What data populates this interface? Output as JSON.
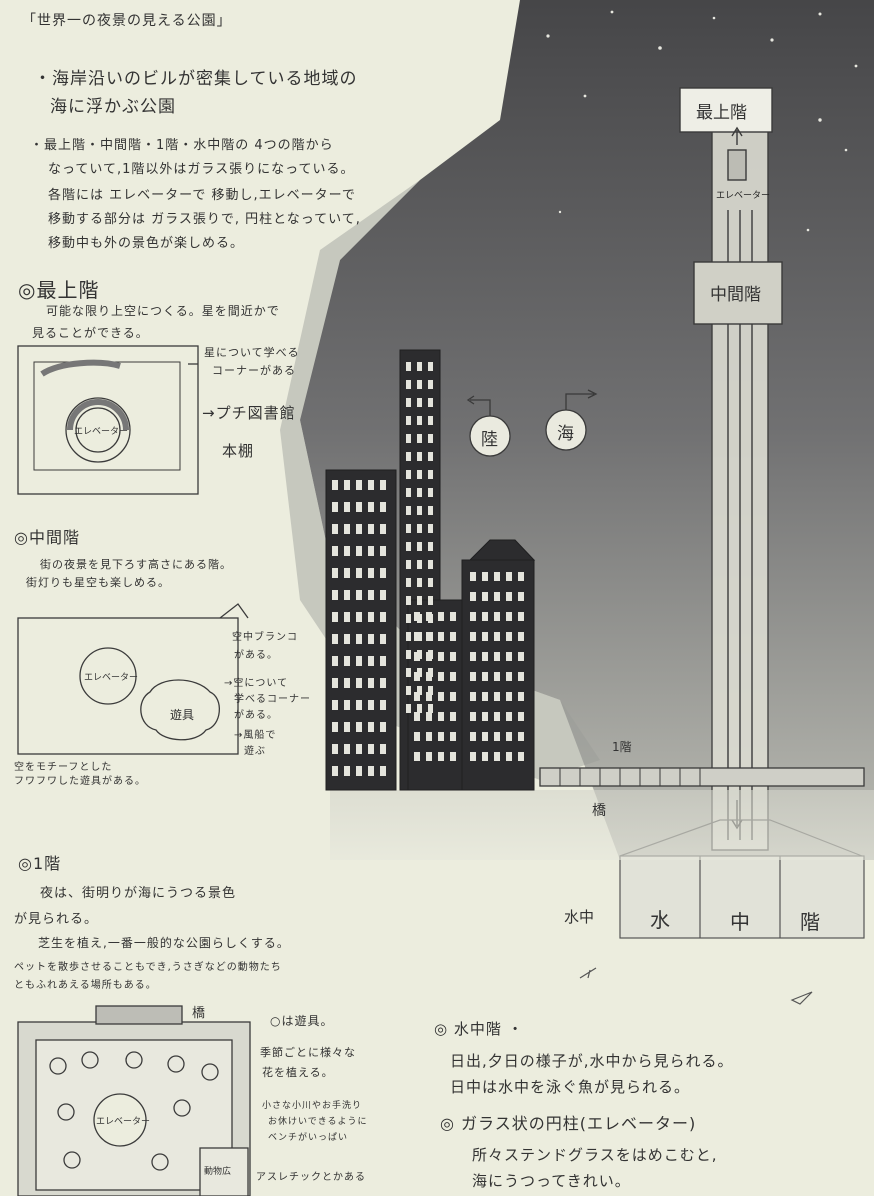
{
  "title": "「世界一の夜景の見える公園」",
  "intro": {
    "line1": "・海岸沿いのビルが密集している地域の",
    "line2": "海に浮かぶ公園",
    "bullet_lines": [
      "・最上階・中間階・1階・水中階の 4つの階から",
      "なっていて,1階以外はガラス張りになっている。",
      "各階には エレベーターで 移動し,エレベーターで",
      "移動する部分は ガラス張りで, 円柱となっていて,",
      "移動中も外の景色が楽しめる。"
    ]
  },
  "top_floor": {
    "heading": "◎最上階",
    "desc1": "可能な限り上空につくる。星を間近かで",
    "desc2": "見ることができる。",
    "elevator_label": "エレベーター",
    "callout_stars": [
      "星について学べる",
      "コーナーがある"
    ],
    "callout_library": "→プチ図書館",
    "callout_shelf": "本棚"
  },
  "middle_floor": {
    "heading": "◎中間階",
    "desc1": "街の夜景を見下ろす高さにある階。",
    "desc2": "街灯りも星空も楽しめる。",
    "elevator_label": "エレベーター",
    "playground_label": "遊具",
    "callout_swing": [
      "空中ブランコ",
      "がある。"
    ],
    "callout_sky": [
      "→空について",
      "学べるコーナー",
      "がある。"
    ],
    "callout_balloon": [
      "→風船で",
      "遊ぶ"
    ],
    "note": [
      "空をモチーフとした",
      "フワフワした遊具がある。"
    ]
  },
  "first_floor": {
    "heading": "◎1階",
    "desc": [
      "夜は、街明りが海にうつる景色",
      "が見られる。",
      "芝生を植え,一番一般的な公園らしくする。",
      "ペットを散歩させることもでき,うさぎなどの動物たち",
      "ともふれあえる場所もある。"
    ],
    "bridge_label": "橋",
    "callout_play": "○は遊具。",
    "callout_flowers": [
      "季節ごとに様々な",
      "花を植える。"
    ],
    "callout_river": [
      "小さな小川やお手洗り",
      "お休けいできるように",
      "ベンチがいっぱい"
    ],
    "callout_athletic": "アスレチックとかある",
    "animal_label": "動物広",
    "elevator_label": "エレベーター"
  },
  "underwater_floor": {
    "heading": "◎ 水中階 ・",
    "desc1": "日出,夕日の様子が,水中から見られる。",
    "desc2": "日中は水中を泳ぐ魚が見られる。"
  },
  "glass_column": {
    "heading": "◎ ガラス状の円柱(エレベーター)",
    "desc1": "所々ステンドグラスをはめこむと,",
    "desc2": "海にうつってきれい。"
  },
  "scene": {
    "tower_top_label": "最上階",
    "tower_mid_label": "中間階",
    "elevator_label": "エレベーター",
    "land_label": "陸",
    "sea_label": "海",
    "floor1_label": "1階",
    "bridge_label": "橋",
    "underwater_labels": [
      "水中",
      "水",
      "中",
      "階"
    ]
  },
  "colors": {
    "paper": "#ecedde",
    "pencil": "#333333",
    "night_sky": "#5b5b5d",
    "building": "#2c2c2e"
  }
}
